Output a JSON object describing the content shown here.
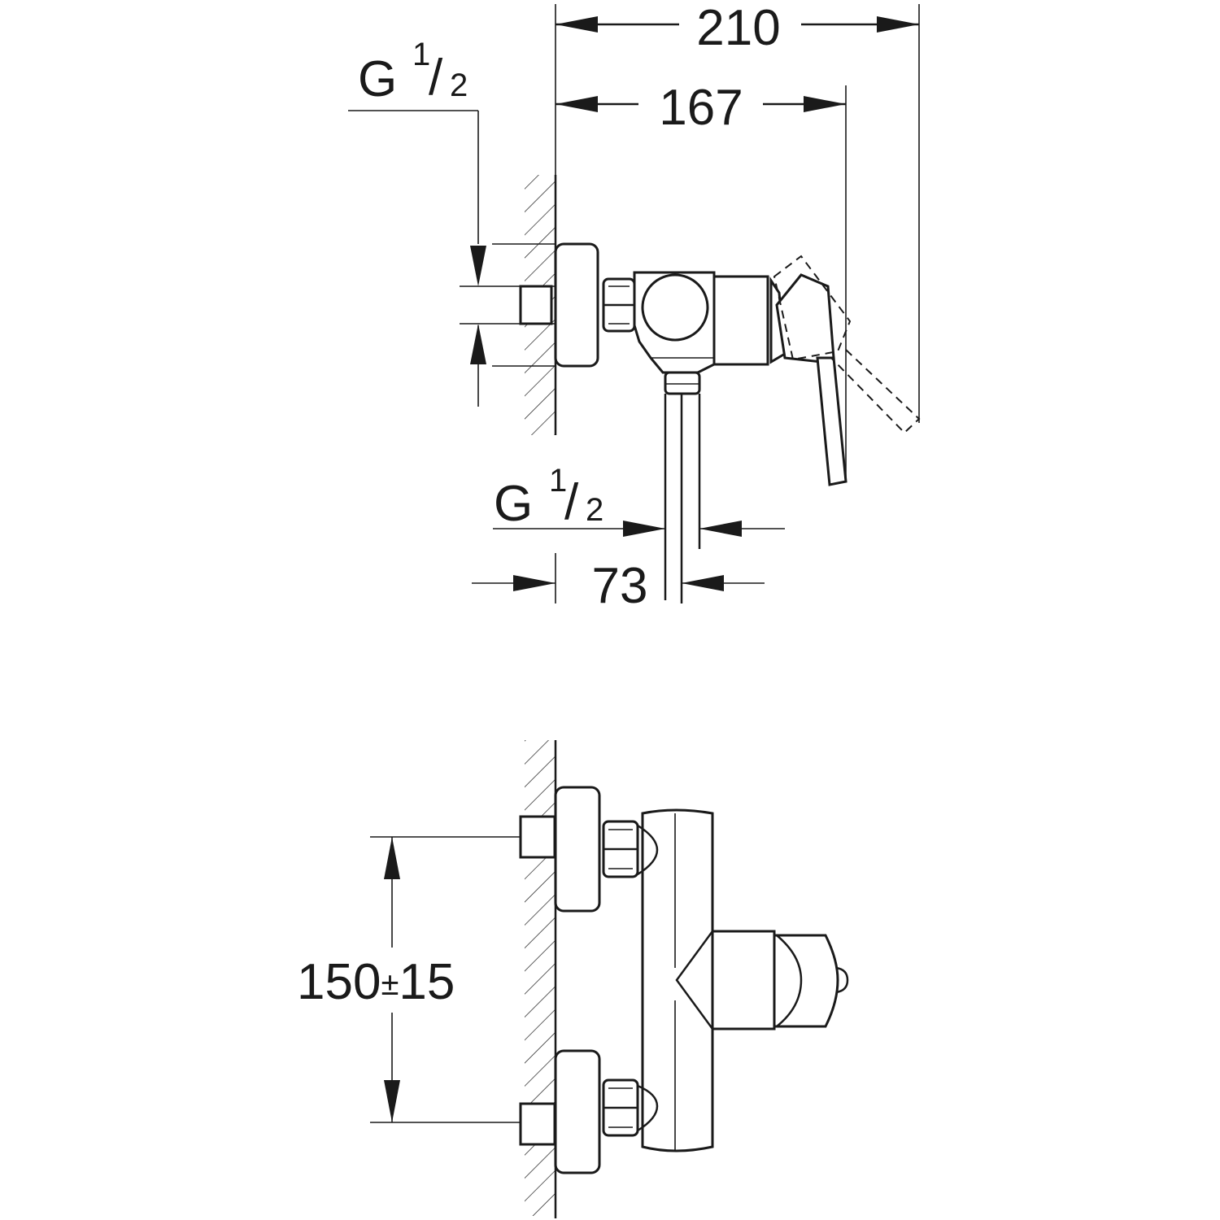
{
  "side_view": {
    "dim_total_depth": "210",
    "dim_lever_depth": "167",
    "dim_outlet_offset": "73",
    "inlet_thread": {
      "letter": "G",
      "num": "1",
      "den": "2"
    },
    "outlet_thread": {
      "letter": "G",
      "num": "1",
      "den": "2"
    }
  },
  "front_view": {
    "dim_centres": "150",
    "dim_tolerance_sign": "±",
    "dim_tolerance": "15"
  }
}
